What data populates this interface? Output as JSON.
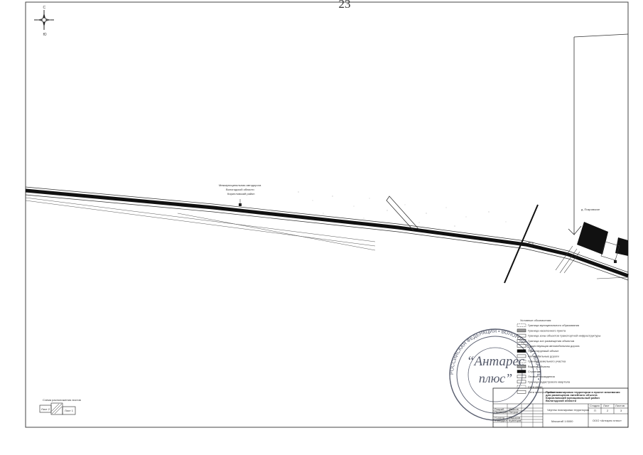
{
  "page": {
    "number": "23"
  },
  "compass": {
    "north": "С",
    "south": "Ю"
  },
  "map": {
    "road_label_lines": [
      "Межмуниципальная автодорога",
      "Вологодской области",
      "Кирилловский район"
    ],
    "settlement_label": "д. Покровское"
  },
  "stamp": {
    "name_line1": "“Антарес",
    "name_line2": "плюс”",
    "ring_text": "РОССИЙСКАЯ ФЕДЕРАЦИЯ • ВОЛОГОДСКАЯ ОБЛАСТЬ •"
  },
  "legend": {
    "items": [
      "Условные обозначения:",
      "Граница муниципального образования",
      "Граница населенного пункта",
      "Граница зоны объектов транспортной инфраструктуры",
      "Граница зон размещения объектов",
      "Существующая автомобильная дорога",
      "Проектируемый объект",
      "Автомобильные дороги",
      "Граница земельного участка",
      "Водные объекты",
      "Строения",
      "Лесные насаждения",
      "Граница кадастрового квартала",
      "Сети связи",
      "Сети электроснабжения"
    ]
  },
  "title_block": {
    "project_lines": [
      "Проект планировки территории и проект межевания",
      "для размещения линейного объекта",
      "Кирилловский муниципальный район",
      "Вологодской области"
    ],
    "sheet_label": "Чертеж планировки территории",
    "scale": "Масштаб 1:5000",
    "company": "ООО «Антарес плюс»",
    "columns": [
      "Стадия",
      "Лист",
      "Листов"
    ],
    "values": [
      "П",
      "2",
      "3"
    ],
    "roles": [
      "Разраб.",
      "Проверил",
      "Н.контр.",
      "Утвердил"
    ],
    "names": [
      "Иванов",
      "Петров",
      "Сидоров",
      "Кузнецов"
    ]
  },
  "sheet_scheme": {
    "title": "Схема расположения листов",
    "cells": [
      "Лист 2",
      "Лист 1"
    ]
  }
}
